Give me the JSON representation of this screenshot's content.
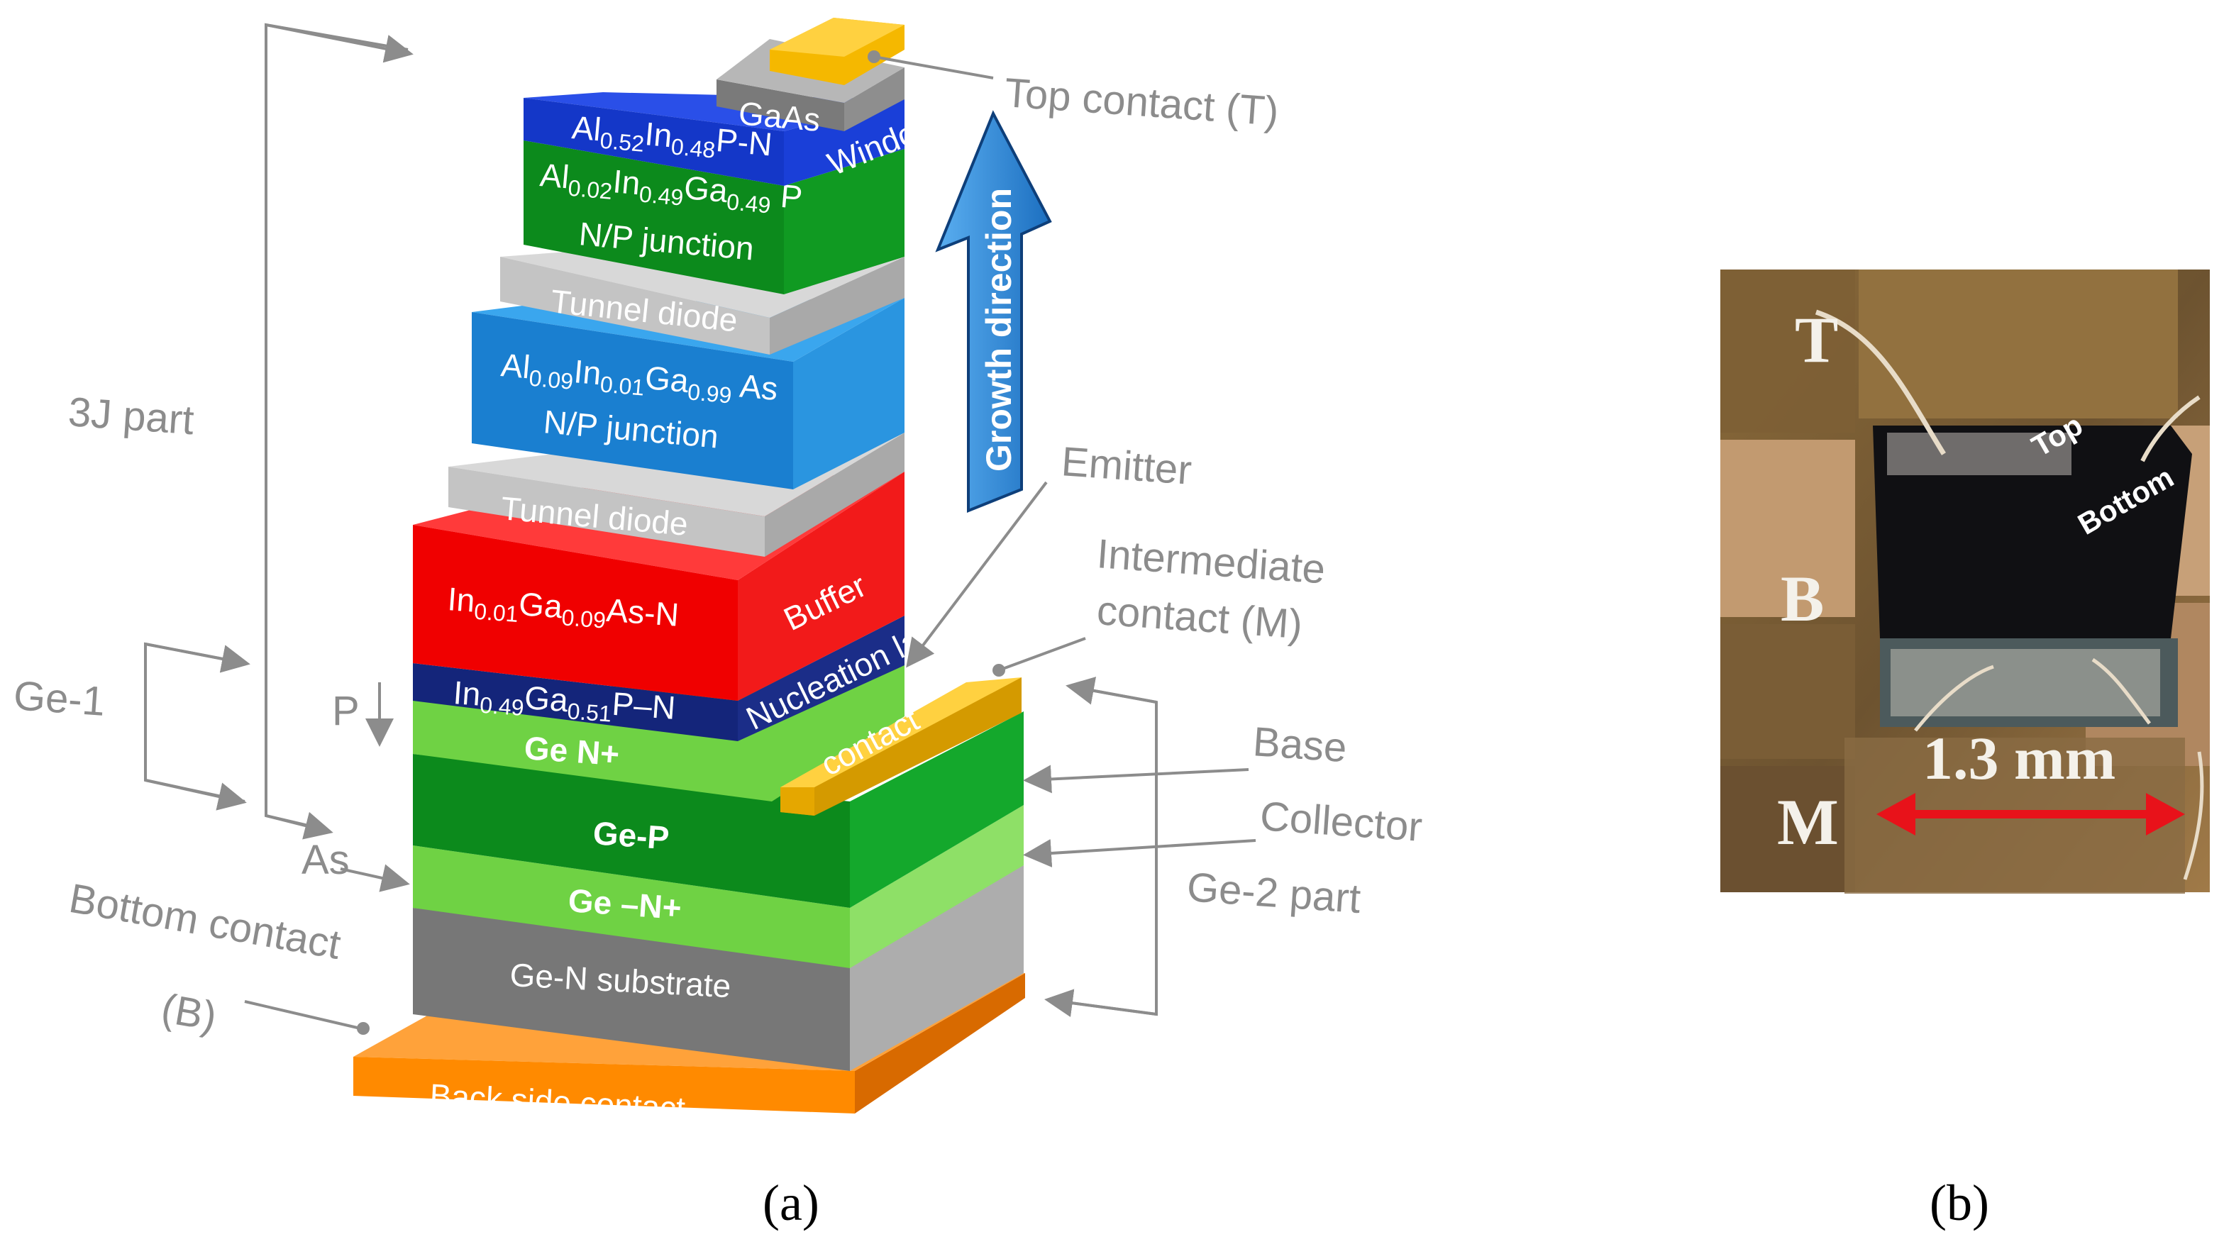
{
  "panel_a": {
    "caption": "(a)",
    "layers": {
      "top_cap": "GaAs",
      "window": "Window",
      "alinp": {
        "a": "Al",
        "a_sub": "0.52",
        "b": "In",
        "b_sub": "0.48",
        "c": "P-N"
      },
      "top_junction": {
        "a": "Al",
        "a_sub": "0.02",
        "b": "In",
        "b_sub": "0.49",
        "c": "Ga",
        "c_sub": "0.49",
        "d": " P",
        "line2": "N/P junction"
      },
      "tunnel_1": "Tunnel diode",
      "mid_junction": {
        "a": "Al",
        "a_sub": "0.09",
        "b": "In",
        "b_sub": "0.01",
        "c": "Ga",
        "c_sub": "0.99",
        "d": " As",
        "line2": "N/P junction"
      },
      "tunnel_2": "Tunnel diode",
      "buffer_side": "Buffer",
      "buffer": {
        "a": "In",
        "a_sub": "0.01",
        "b": "Ga",
        "b_sub": "0.09",
        "c": "As-N"
      },
      "nucleation_side": "Nucleation layer",
      "nucleation": {
        "a": "In",
        "a_sub": "0.49",
        "b": "Ga",
        "b_sub": "0.51",
        "c": "P–N"
      },
      "ge_n_plus": "Ge N+",
      "contact": "contact",
      "ge_p": "Ge-P",
      "ge_n_plus_bottom": "Ge –N+",
      "substrate": "Ge-N substrate",
      "back_contact": "Back side contact"
    },
    "labels": {
      "top_contact": "Top contact (T)",
      "growth_direction": "Growth direction",
      "emitter": "Emitter",
      "intermediate_1": "Intermediate",
      "intermediate_2": "contact (M)",
      "base": "Base",
      "collector": "Collector",
      "ge2_part": "Ge-2 part",
      "three_j_part": "3J part",
      "ge1": "Ge-1",
      "p_marker": "P",
      "as_marker": "As",
      "bottom_contact_1": "Bottom contact",
      "bottom_contact_2": "(B)"
    }
  },
  "panel_b": {
    "caption": "(b)",
    "letter_t": "T",
    "letter_b": "B",
    "letter_m": "M",
    "top": "Top",
    "bottom": "Bottom",
    "scale": "1.3 mm"
  },
  "colors": {
    "label_gray": "#8c8c8c",
    "ge_light_green": "#6fd244",
    "ge_dark_green": "#0c8a1c",
    "buffer_red": "#f00000",
    "nucleation_navy": "#14257a",
    "algainas_blue": "#1a7fd0",
    "alinp_blue": "#1437c8",
    "contact_gold": "#f5b800",
    "back_contact_orange": "#ff8a00",
    "substrate_gray": "#7a7a7a",
    "tunnel_gray": "#c4c4c4",
    "scale_arrow_red": "#e8121a"
  }
}
